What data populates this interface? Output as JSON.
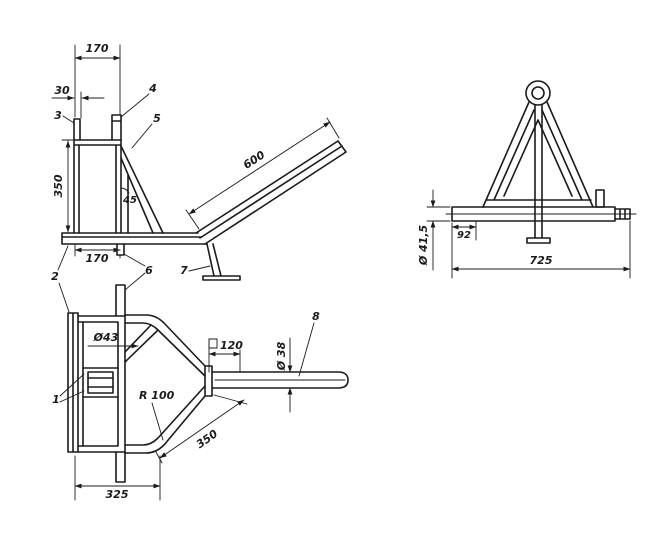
{
  "drawing": {
    "side_view": {
      "dim_top_width": "170",
      "dim_offset": "30",
      "item_3": "3",
      "item_4": "4",
      "item_5": "5",
      "dim_post_height": "350",
      "brace_angle": "45",
      "dim_arm_length": "600",
      "dim_bottom_width": "170",
      "item_7": "7",
      "item_6": "6",
      "item_2": "2"
    },
    "plan_view": {
      "dim_tube_dia": "Ø43",
      "dim_clamp_width": "120",
      "dim_bar_dia": "Ø 38",
      "item_8": "8",
      "item_1": "1",
      "dim_bend_radius": "R 100",
      "dim_tube_length": "350",
      "dim_frame_width": "325"
    },
    "front_view": {
      "dim_pin_dia": "Ø 41,5",
      "dim_pin_length": "92",
      "dim_overall_width": "725"
    }
  },
  "colors": {
    "ink": "#1b1b1b",
    "paper": "#ffffff"
  }
}
